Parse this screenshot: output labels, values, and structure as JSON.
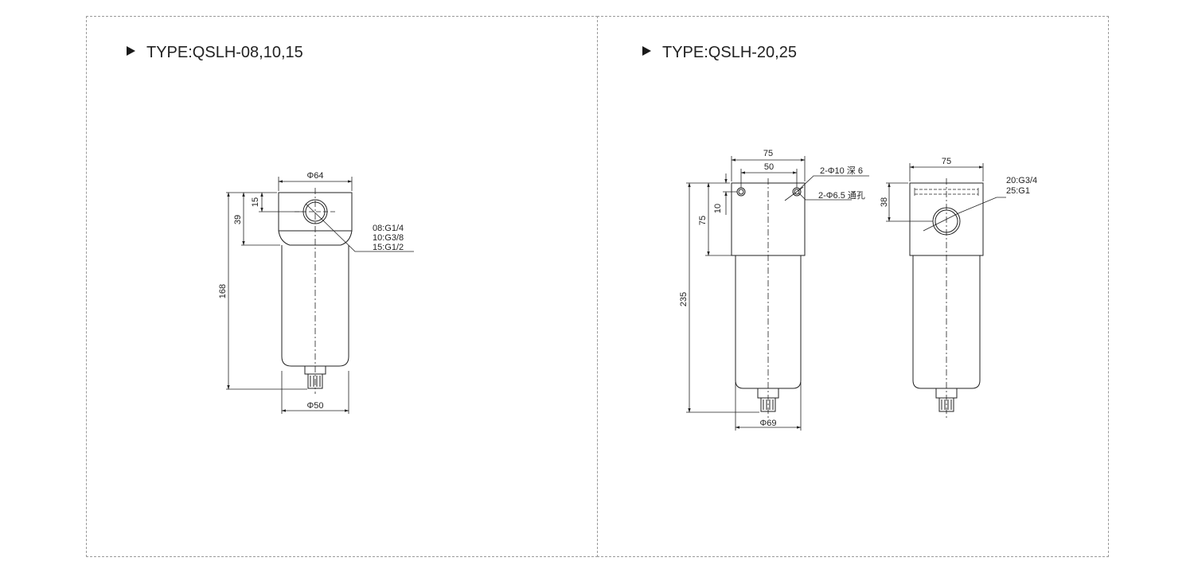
{
  "left": {
    "title": "TYPE:QSLH-08,10,15",
    "dims": {
      "top_width": "Φ64",
      "bottom_width": "Φ50",
      "port_height": "15",
      "head_height": "39",
      "total_height": "168"
    },
    "ports": [
      "08:G1/4",
      "10:G3/8",
      "15:G1/2"
    ]
  },
  "right": {
    "title": "TYPE:QSLH-20,25",
    "front": {
      "width_outer": "75",
      "width_holes": "50",
      "hole_note_1": "2-Φ10 深 6",
      "hole_note_2": "2-Φ6.5 通孔",
      "hole_offset": "10",
      "head_height": "75",
      "total_height": "235",
      "bottom_width": "Φ69"
    },
    "side": {
      "width": "75",
      "port_height": "38",
      "ports": [
        "20:G3/4",
        "25:G1"
      ]
    }
  },
  "colors": {
    "line": "#222222",
    "border": "#9a9a9a"
  }
}
